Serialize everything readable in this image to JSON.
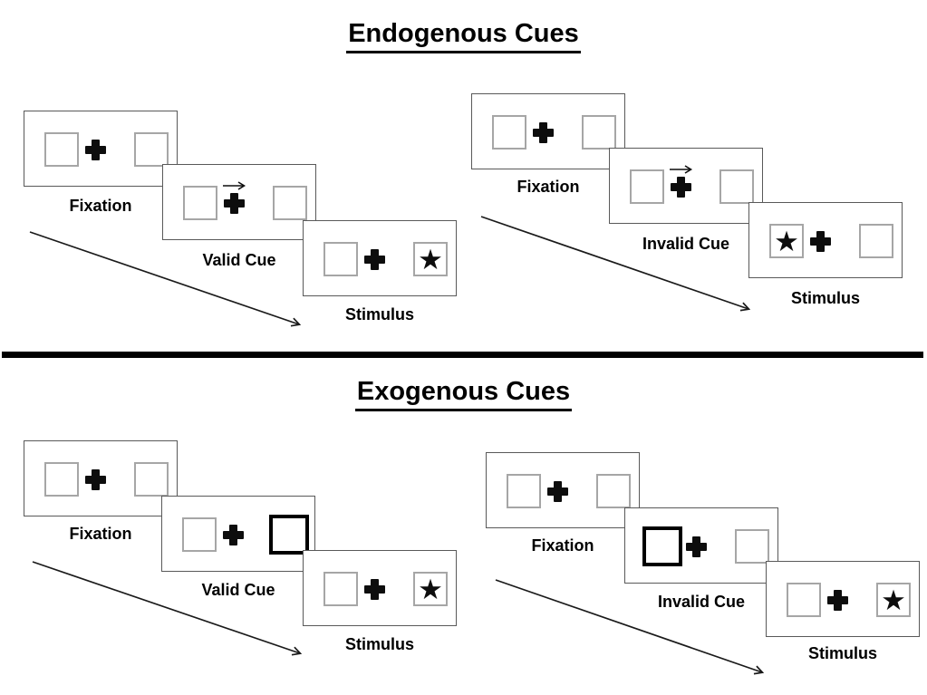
{
  "sections": [
    {
      "title": "Endogenous Cues",
      "sequences": [
        {
          "name": "valid",
          "cue_type": "central-arrow-pointing-right",
          "timeline_arrow": "down-right",
          "panels": [
            {
              "label": "Fixation",
              "left_box": "empty",
              "right_box": "empty"
            },
            {
              "label": "Valid Cue",
              "left_box": "empty",
              "right_box": "empty",
              "cue": "arrow-right-above-cross"
            },
            {
              "label": "Stimulus",
              "left_box": "empty",
              "right_box": "star"
            }
          ]
        },
        {
          "name": "invalid",
          "cue_type": "central-arrow-pointing-right",
          "timeline_arrow": "down-right",
          "panels": [
            {
              "label": "Fixation",
              "left_box": "empty",
              "right_box": "empty"
            },
            {
              "label": "Invalid Cue",
              "left_box": "empty",
              "right_box": "empty",
              "cue": "arrow-right-above-cross"
            },
            {
              "label": "Stimulus",
              "left_box": "star",
              "right_box": "empty"
            }
          ]
        }
      ]
    },
    {
      "title": "Exogenous Cues",
      "sequences": [
        {
          "name": "valid",
          "cue_type": "peripheral-thick-box",
          "timeline_arrow": "down-right",
          "panels": [
            {
              "label": "Fixation",
              "left_box": "empty",
              "right_box": "empty"
            },
            {
              "label": "Valid Cue",
              "left_box": "empty",
              "right_box": "thick-outline"
            },
            {
              "label": "Stimulus",
              "left_box": "empty",
              "right_box": "star"
            }
          ]
        },
        {
          "name": "invalid",
          "cue_type": "peripheral-thick-box",
          "timeline_arrow": "down-right",
          "panels": [
            {
              "label": "Fixation",
              "left_box": "empty",
              "right_box": "empty"
            },
            {
              "label": "Invalid Cue",
              "left_box": "thick-outline",
              "right_box": "empty"
            },
            {
              "label": "Stimulus",
              "left_box": "empty",
              "right_box": "star"
            }
          ]
        }
      ]
    }
  ],
  "glyphs": {
    "star": "★",
    "fixation_cross": "plus",
    "cue_arrow": "right-arrow"
  },
  "colors": {
    "ink": "#000000",
    "panel_border": "#595959",
    "box_border": "#a6a6a6",
    "background": "#ffffff"
  }
}
